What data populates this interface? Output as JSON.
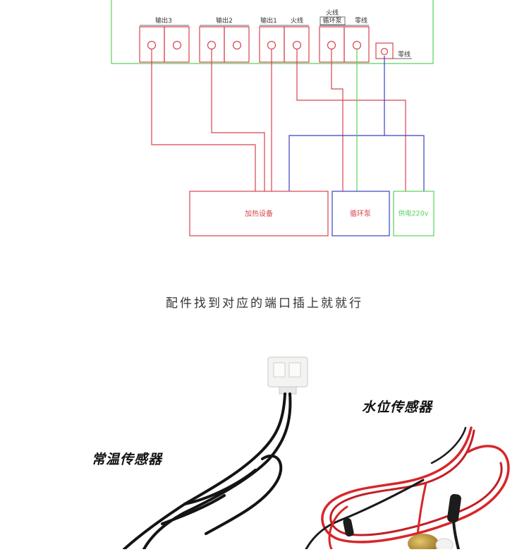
{
  "terminals": {
    "out3": "输出3",
    "out2": "输出2",
    "out1": "输出1",
    "live": "火线",
    "live_pump_top": "火线",
    "live_pump_bottom": "循环泵",
    "neutral": "零线",
    "neutral_small": "零线"
  },
  "devices": {
    "heater": "加热设备",
    "pump": "循环泵",
    "power": "供电220v"
  },
  "caption": "配件找到对应的端口插上就就行",
  "sensors": {
    "water_level": "水位传感器",
    "room_temp": "常温传感器"
  },
  "colors": {
    "red": "#d9434f",
    "blue": "#3b3fc4",
    "green": "#56d45a",
    "text": "#333333"
  }
}
